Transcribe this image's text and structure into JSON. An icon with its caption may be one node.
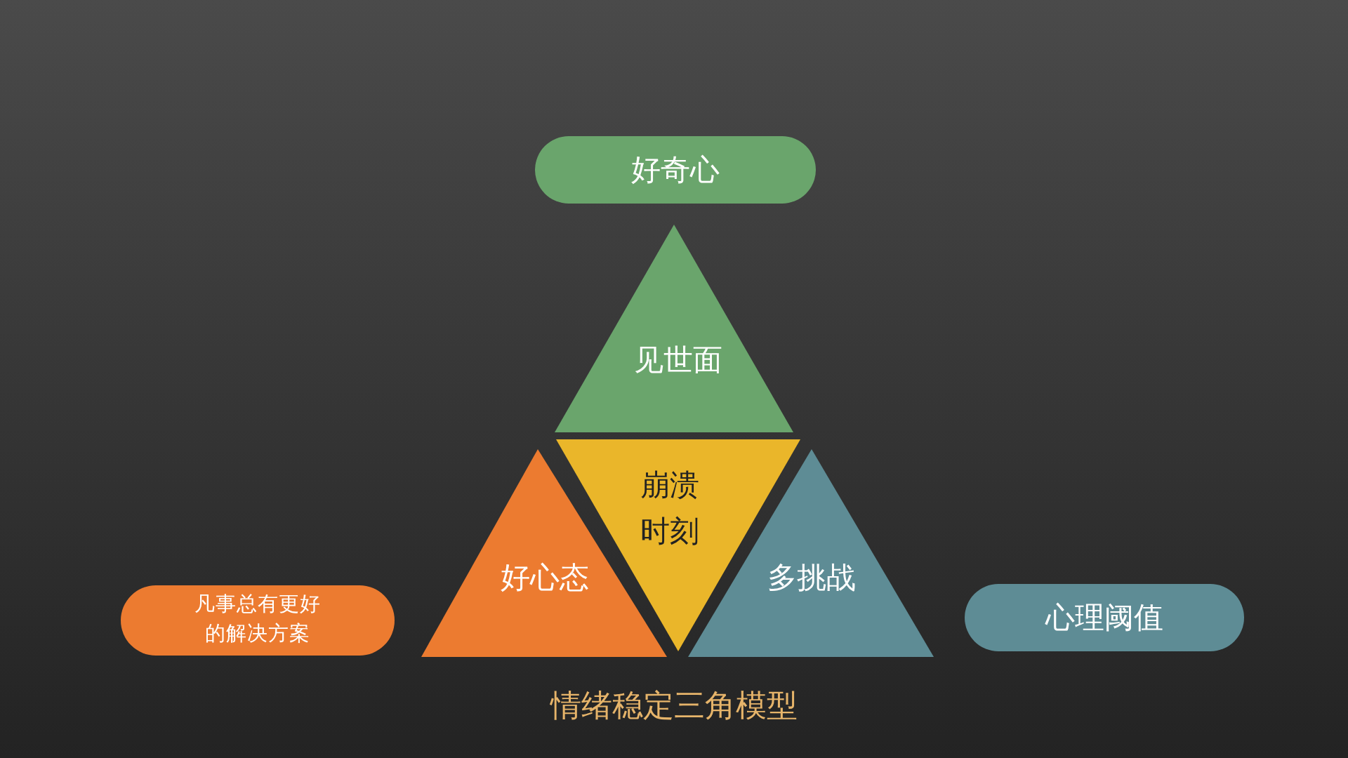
{
  "diagram": {
    "caption": "情绪稳定三角模型",
    "nodes": [
      {
        "text": [
          "好奇心"
        ]
      },
      {
        "text": [
          "见世面"
        ]
      },
      {
        "text": [
          "崩溃时刻"
        ]
      },
      {
        "text": [
          "好心态"
        ]
      },
      {
        "text": [
          "多挑战"
        ]
      },
      {
        "text": [
          "凡事总有更好的解决方案"
        ]
      },
      {
        "text": [
          "心理阈值"
        ]
      }
    ],
    "edges": []
  }
}
